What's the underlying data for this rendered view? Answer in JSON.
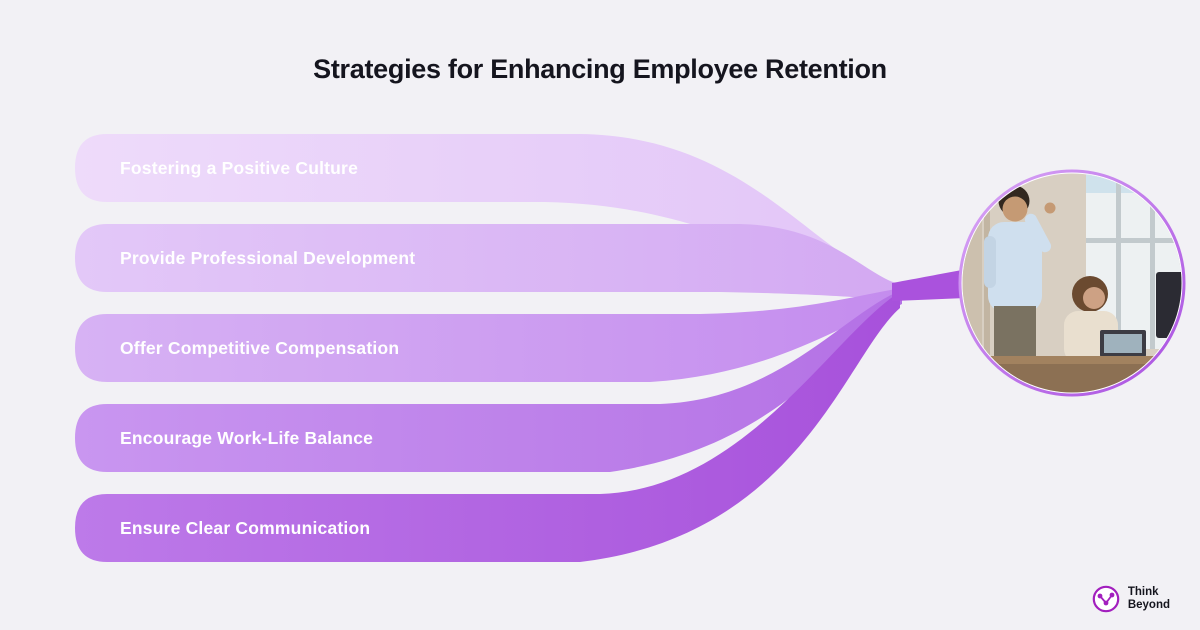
{
  "title": "Strategies for Enhancing Employee Retention",
  "strategies": [
    {
      "label": "Fostering a Positive Culture",
      "color_start": "#eedbfa",
      "color_end": "#e2c5f8"
    },
    {
      "label": "Provide Professional Development",
      "color_start": "#e3c8f8",
      "color_end": "#d3a9f2"
    },
    {
      "label": "Offer Competitive Compensation",
      "color_start": "#d7b2f4",
      "color_end": "#c48cee"
    },
    {
      "label": "Encourage Work-Life Balance",
      "color_start": "#c996f0",
      "color_end": "#b471e5"
    },
    {
      "label": "Ensure Clear Communication",
      "color_start": "#bd7ae9",
      "color_end": "#a751db"
    }
  ],
  "connector_color": "#aa52dd",
  "photo_ring": {
    "color_start": "#d9a7f6",
    "color_end": "#a94fe0"
  },
  "logo": {
    "line1": "Think",
    "line2": "Beyond",
    "icon": "network-cloud-icon",
    "color": "#a21fbe"
  },
  "colors": {
    "background": "#f2f1f5",
    "title_text": "#15151e",
    "label_text": "#ffffff"
  }
}
